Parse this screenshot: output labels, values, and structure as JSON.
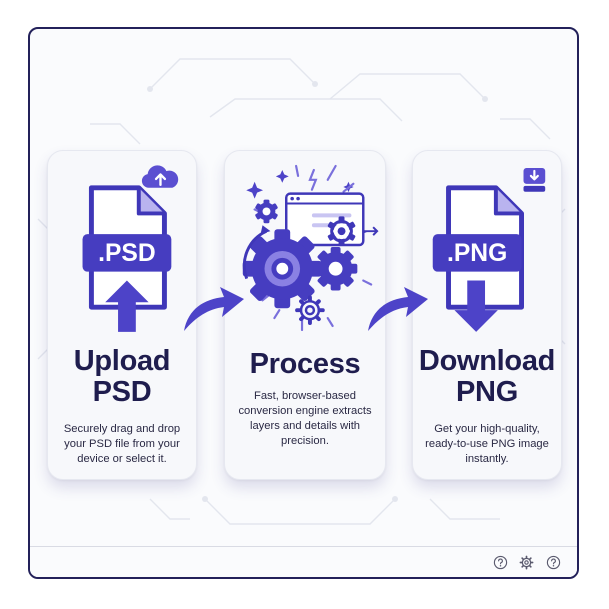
{
  "steps": [
    {
      "title_line1": "Upload",
      "title_line2": "PSD",
      "description": "Securely drag and drop your PSD file from your device or select it.",
      "badge": ".PSD",
      "corner_icon": "cloud-upload-icon",
      "main_icon": "psd-file-icon",
      "action_icon": "up-arrow-icon"
    },
    {
      "title": "Process",
      "description": "Fast, browser-based conversion engine extracts layers and details with precision.",
      "main_icon": "gears-icon",
      "secondary_icon": "browser-window-icon"
    },
    {
      "title_line1": "Download",
      "title_line2": "PNG",
      "description": "Get your high-quality, ready-to-use PNG image instantly.",
      "badge": ".PNG",
      "corner_icon": "download-drive-icon",
      "main_icon": "png-file-icon",
      "action_icon": "down-arrow-icon"
    }
  ],
  "flow_icons": [
    "curved-arrow-icon",
    "curved-arrow-icon"
  ],
  "footer": {
    "icons": [
      "help-icon",
      "settings-icon",
      "help-icon"
    ]
  },
  "colors": {
    "accent": "#5b4fd1",
    "accent_dark": "#3f37b8",
    "accent_light": "#b9b3ef",
    "title_text": "#1f1d4e",
    "frame": "#23215a"
  }
}
